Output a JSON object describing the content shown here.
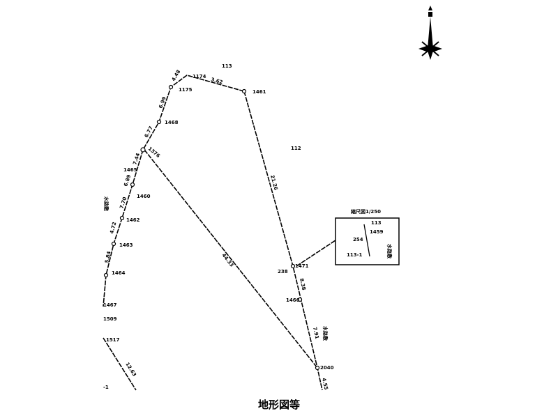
{
  "caption": "地形図等",
  "parcels": {
    "north": "113",
    "east": "112"
  },
  "inset": {
    "title": "縮尺図1/250",
    "labels": [
      "113",
      "1459",
      "254",
      "113-1",
      "水路敷"
    ]
  },
  "road_label": "水路敷",
  "left_label": "水路敷",
  "points": [
    "1174",
    "1175",
    "1461",
    "1468",
    "1376",
    "1465",
    "1460",
    "1462",
    "1463",
    "1464",
    "1467",
    "1509",
    "1517",
    "2040",
    "1471",
    "1466"
  ],
  "distances": [
    "4.48",
    "3.62",
    "6.99",
    "6.77",
    "7.44",
    "6.89",
    "7.70",
    "4.72",
    "5.84",
    "21.26",
    "44.33",
    "8.38",
    "7.91",
    "4.55",
    "12.63"
  ],
  "misc": {
    "bottom_left": "-1",
    "point_238": "238"
  },
  "colors": {
    "ink": "#000000",
    "background": "#ffffff"
  }
}
